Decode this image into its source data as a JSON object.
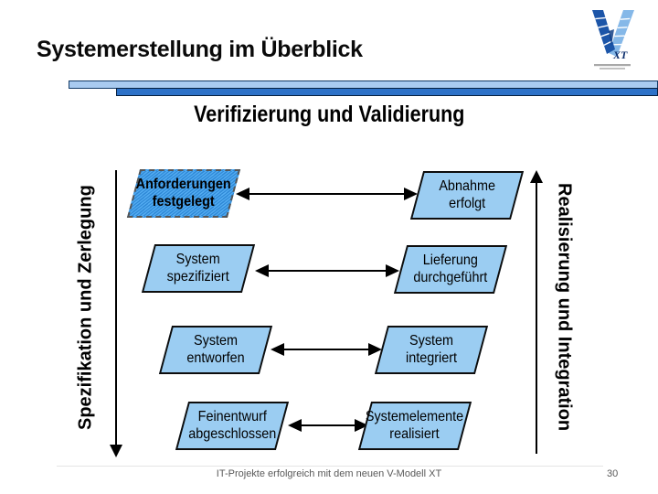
{
  "slide": {
    "title": "Systemerstellung im Überblick",
    "footer": "IT-Projekte erfolgreich mit dem neuen V-Modell XT",
    "page_number": "30"
  },
  "logo": {
    "xt": "XT"
  },
  "diagram": {
    "header": "Verifizierung und Validierung",
    "left_axis": "Spezifikation und Zerlegung",
    "right_axis": "Realisierung und Integration",
    "rows": [
      {
        "left1": "Anforderungen",
        "left2": "festgelegt",
        "right1": "Abnahme",
        "right2": "erfolgt"
      },
      {
        "left1": "System",
        "left2": "spezifiziert",
        "right1": "Lieferung",
        "right2": "durchgeführt"
      },
      {
        "left1": "System",
        "left2": "entworfen",
        "right1": "System",
        "right2": "integriert"
      },
      {
        "left1": "Feinentwurf",
        "left2": "abgeschlossen",
        "right1": "Systemelemente",
        "right2": "realisiert"
      }
    ]
  },
  "colors": {
    "title_text": "#0a0a0a",
    "bar_light": "#a9cbf0",
    "bar_dark": "#2d72c8",
    "box_fill": "#9bcdf2",
    "box_highlight": "#38a0f0",
    "muted_text": "#595959",
    "logo_dark": "#1c55a8",
    "logo_light": "#85b8e8"
  }
}
